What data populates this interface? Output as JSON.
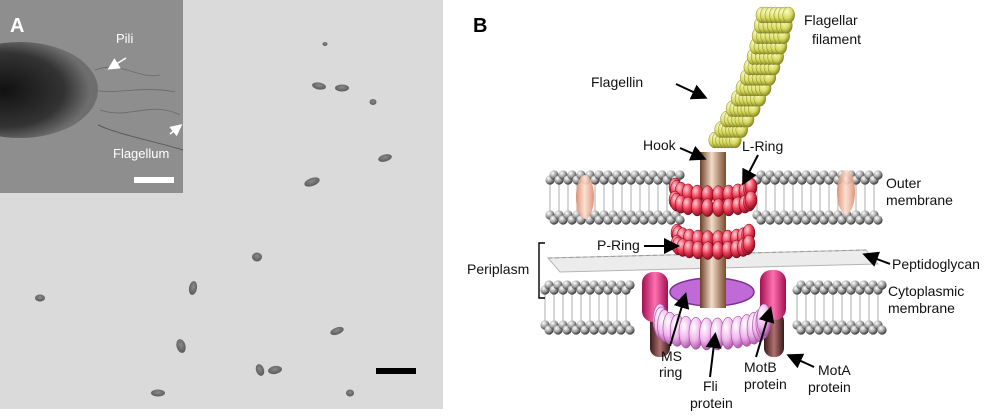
{
  "panel_a": {
    "letter": "A",
    "inset_labels": {
      "pili": "Pili",
      "flagellum": "Flagellum"
    }
  },
  "panel_b": {
    "letter": "B",
    "labels": {
      "flagellar_filament_1": "Flagellar",
      "flagellar_filament_2": "filament",
      "flagellin": "Flagellin",
      "hook": "Hook",
      "l_ring": "L-Ring",
      "outer_membrane_1": "Outer",
      "outer_membrane_2": "membrane",
      "p_ring": "P-Ring",
      "periplasm": "Periplasm",
      "peptidoglycan": "Peptidoglycan",
      "cytoplasmic_membrane_1": "Cytoplasmic",
      "cytoplasmic_membrane_2": "membrane",
      "ms_ring_1": "MS",
      "ms_ring_2": "ring",
      "fli_protein_1": "Fli",
      "fli_protein_2": "protein",
      "motb_protein_1": "MotB",
      "motb_protein_2": "protein",
      "mota_protein_1": "MotA",
      "mota_protein_2": "protein"
    }
  },
  "colors": {
    "filament": "#d9db6a",
    "hook": "#9b6b4a",
    "ring": "#e8384f",
    "ms_ring": "#b85fd0",
    "fli": "#e8a8e8",
    "mot": "#e0307a",
    "mota": "#5a3030",
    "lipid": "#c8c8c8"
  }
}
